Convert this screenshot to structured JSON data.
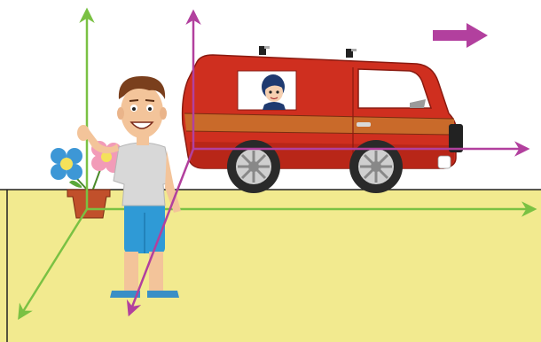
{
  "scene": {
    "colors": {
      "sky": "#ffffff",
      "ground": "#f2ea8f",
      "ground_edge": "#222222",
      "frame_green": "#7ac143",
      "frame_magenta": "#b2409e",
      "van_red": "#cf2f1f",
      "van_stripe": "#c96a2a",
      "window_glass": "#ffffff"
    },
    "elements": {
      "ground": "ground-plane",
      "person": "waving-man",
      "flower_pot": "potted-flowers",
      "van": "red-van",
      "driver": "cartoon-driver-face",
      "green_axes": "stationary-reference-frame-axes",
      "magenta_axes": "moving-reference-frame-axes",
      "motion_arrow": "arrow-right-icon"
    }
  }
}
